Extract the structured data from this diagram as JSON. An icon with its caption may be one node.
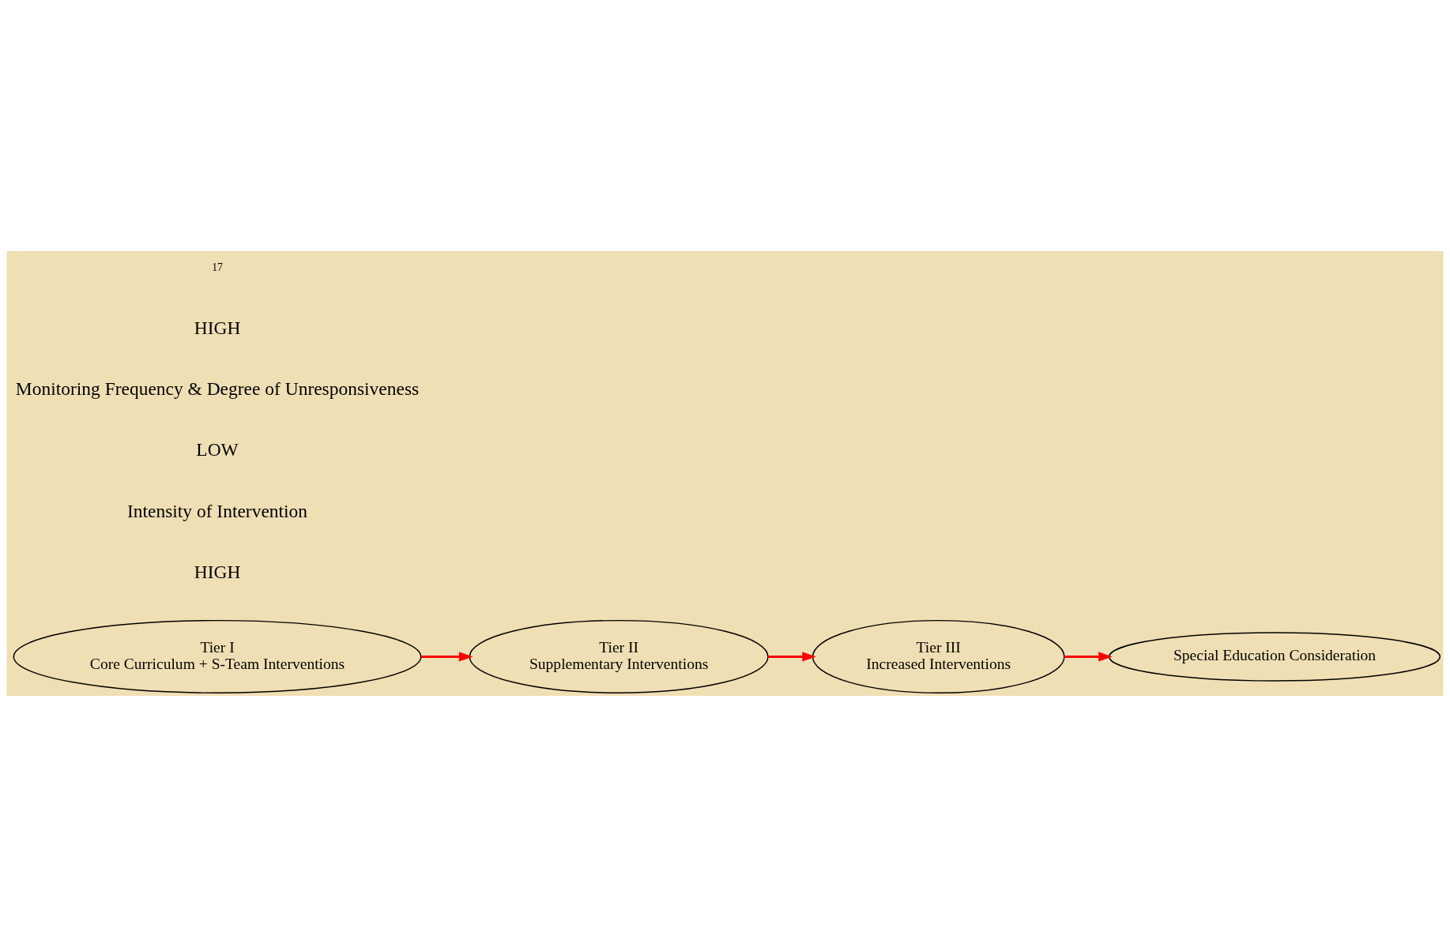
{
  "diagram": {
    "nodes": [
      {
        "text": [
          "Tier I",
          "Core Curriculum + S-Team Interventions"
        ]
      },
      {
        "text": [
          "Tier II",
          "Supplementary Interventions"
        ]
      },
      {
        "text": [
          "Tier III",
          "Increased Interventions"
        ]
      },
      {
        "text": [
          "Special Education Consideration"
        ]
      }
    ],
    "edges": [
      {
        "from": 0,
        "to": 1,
        "arrow": "to",
        "color": "#ff0000"
      },
      {
        "from": 1,
        "to": 2,
        "arrow": "to",
        "color": "#ff0000"
      },
      {
        "from": 2,
        "to": 3,
        "arrow": "to",
        "color": "#ff0000"
      }
    ],
    "labels": [
      "HIGH",
      "Intensity of Intervention",
      "LOW",
      "Monitoring Frequency & Degree of Unresponsiveness",
      "HIGH",
      "17"
    ]
  }
}
